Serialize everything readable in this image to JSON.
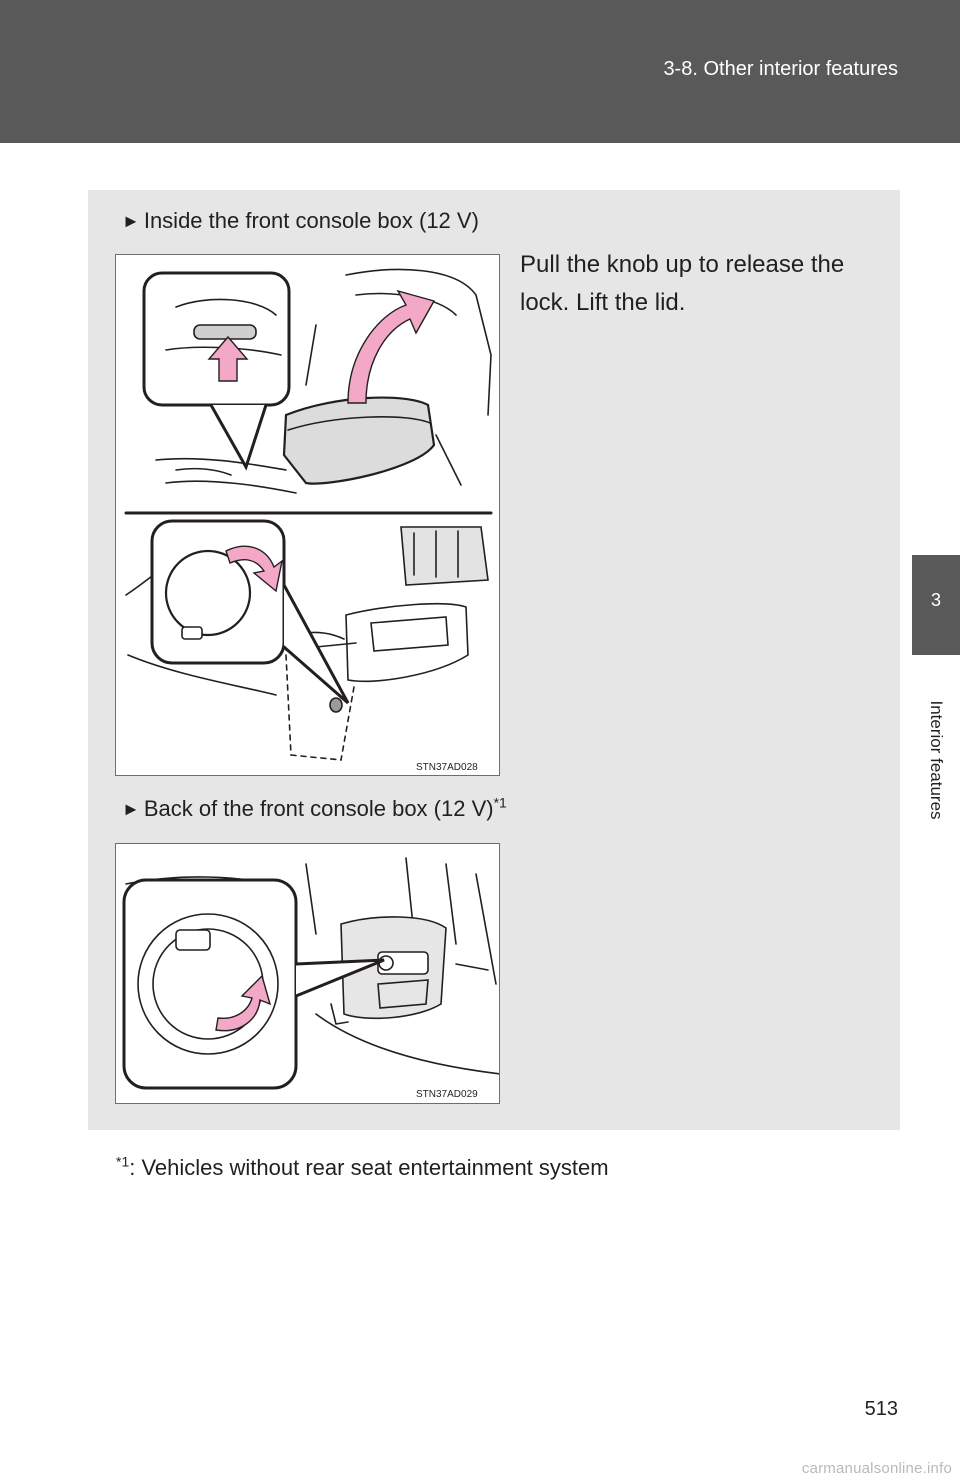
{
  "header": {
    "section_title": "3-8. Other interior features"
  },
  "side_tab": {
    "chapter_number": "3",
    "chapter_label": "Interior features"
  },
  "items": [
    {
      "arrow": "►",
      "heading": "Inside the front console box (12 V)",
      "sup": ""
    },
    {
      "arrow": "►",
      "heading": "Back of the front console box (12 V)",
      "sup": "*1"
    }
  ],
  "instruction": "Pull the knob up to release the lock. Lift the lid.",
  "figures": [
    {
      "code": "STN37AD028"
    },
    {
      "code": "STN37AD029"
    }
  ],
  "footnote": {
    "marker": "*1",
    "text": ": Vehicles without rear seat entertainment system"
  },
  "page_number": "513",
  "watermark": "carmanualsonline.info",
  "colors": {
    "header_band": "#595959",
    "content_box": "#e6e6e6",
    "arrow_pink": "#f3a8c8"
  }
}
